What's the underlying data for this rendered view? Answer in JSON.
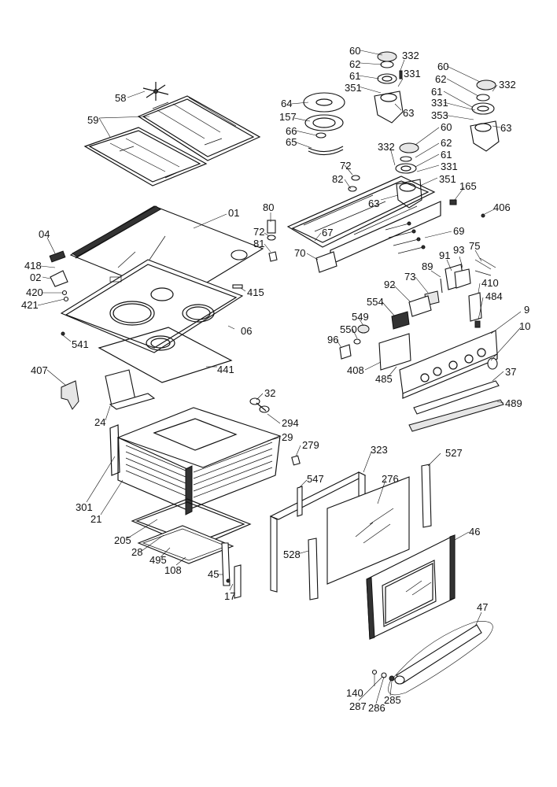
{
  "callouts": [
    {
      "id": "c-58",
      "text": "58"
    },
    {
      "id": "c-59",
      "text": "59"
    },
    {
      "id": "c-60a",
      "text": "60"
    },
    {
      "id": "c-62a",
      "text": "62"
    },
    {
      "id": "c-332a",
      "text": "332"
    },
    {
      "id": "c-61a",
      "text": "61"
    },
    {
      "id": "c-331a",
      "text": "331"
    },
    {
      "id": "c-351a",
      "text": "351"
    },
    {
      "id": "c-63a",
      "text": "63"
    },
    {
      "id": "c-64",
      "text": "64"
    },
    {
      "id": "c-157",
      "text": "157"
    },
    {
      "id": "c-66",
      "text": "66"
    },
    {
      "id": "c-65",
      "text": "65"
    },
    {
      "id": "c-60b",
      "text": "60"
    },
    {
      "id": "c-62b",
      "text": "62"
    },
    {
      "id": "c-332b",
      "text": "332"
    },
    {
      "id": "c-61b",
      "text": "61"
    },
    {
      "id": "c-331b",
      "text": "331"
    },
    {
      "id": "c-353",
      "text": "353"
    },
    {
      "id": "c-63b",
      "text": "63"
    },
    {
      "id": "c-60c",
      "text": "60"
    },
    {
      "id": "c-332c",
      "text": "332"
    },
    {
      "id": "c-62c",
      "text": "62"
    },
    {
      "id": "c-61c",
      "text": "61"
    },
    {
      "id": "c-72a",
      "text": "72"
    },
    {
      "id": "c-331c",
      "text": "331"
    },
    {
      "id": "c-82",
      "text": "82"
    },
    {
      "id": "c-351b",
      "text": "351"
    },
    {
      "id": "c-165",
      "text": "165"
    },
    {
      "id": "c-63c",
      "text": "63"
    },
    {
      "id": "c-406",
      "text": "406"
    },
    {
      "id": "c-01",
      "text": "01"
    },
    {
      "id": "c-80",
      "text": "80"
    },
    {
      "id": "c-72b",
      "text": "72"
    },
    {
      "id": "c-67",
      "text": "67"
    },
    {
      "id": "c-69",
      "text": "69"
    },
    {
      "id": "c-04",
      "text": "04"
    },
    {
      "id": "c-81",
      "text": "81"
    },
    {
      "id": "c-75",
      "text": "75"
    },
    {
      "id": "c-70",
      "text": "70"
    },
    {
      "id": "c-91",
      "text": "91"
    },
    {
      "id": "c-93",
      "text": "93"
    },
    {
      "id": "c-418",
      "text": "418"
    },
    {
      "id": "c-89",
      "text": "89"
    },
    {
      "id": "c-02",
      "text": "02"
    },
    {
      "id": "c-73",
      "text": "73"
    },
    {
      "id": "c-410",
      "text": "410"
    },
    {
      "id": "c-92",
      "text": "92"
    },
    {
      "id": "c-415",
      "text": "415"
    },
    {
      "id": "c-420",
      "text": "420"
    },
    {
      "id": "c-484",
      "text": "484"
    },
    {
      "id": "c-421",
      "text": "421"
    },
    {
      "id": "c-554",
      "text": "554"
    },
    {
      "id": "c-9",
      "text": "9"
    },
    {
      "id": "c-549",
      "text": "549"
    },
    {
      "id": "c-10",
      "text": "10"
    },
    {
      "id": "c-06",
      "text": "06"
    },
    {
      "id": "c-550",
      "text": "550"
    },
    {
      "id": "c-541",
      "text": "541"
    },
    {
      "id": "c-96",
      "text": "96"
    },
    {
      "id": "c-408",
      "text": "408"
    },
    {
      "id": "c-441",
      "text": "441"
    },
    {
      "id": "c-407",
      "text": "407"
    },
    {
      "id": "c-37",
      "text": "37"
    },
    {
      "id": "c-485",
      "text": "485"
    },
    {
      "id": "c-489",
      "text": "489"
    },
    {
      "id": "c-32",
      "text": "32"
    },
    {
      "id": "c-24",
      "text": "24"
    },
    {
      "id": "c-294",
      "text": "294"
    },
    {
      "id": "c-29",
      "text": "29"
    },
    {
      "id": "c-279",
      "text": "279"
    },
    {
      "id": "c-323",
      "text": "323"
    },
    {
      "id": "c-527",
      "text": "527"
    },
    {
      "id": "c-547",
      "text": "547"
    },
    {
      "id": "c-276",
      "text": "276"
    },
    {
      "id": "c-301",
      "text": "301"
    },
    {
      "id": "c-21",
      "text": "21"
    },
    {
      "id": "c-46",
      "text": "46"
    },
    {
      "id": "c-205",
      "text": "205"
    },
    {
      "id": "c-28",
      "text": "28"
    },
    {
      "id": "c-528",
      "text": "528"
    },
    {
      "id": "c-495",
      "text": "495"
    },
    {
      "id": "c-108",
      "text": "108"
    },
    {
      "id": "c-45",
      "text": "45"
    },
    {
      "id": "c-17",
      "text": "17"
    },
    {
      "id": "c-47",
      "text": "47"
    },
    {
      "id": "c-140",
      "text": "140"
    },
    {
      "id": "c-287",
      "text": "287"
    },
    {
      "id": "c-286",
      "text": "286"
    },
    {
      "id": "c-285",
      "text": "285"
    }
  ]
}
